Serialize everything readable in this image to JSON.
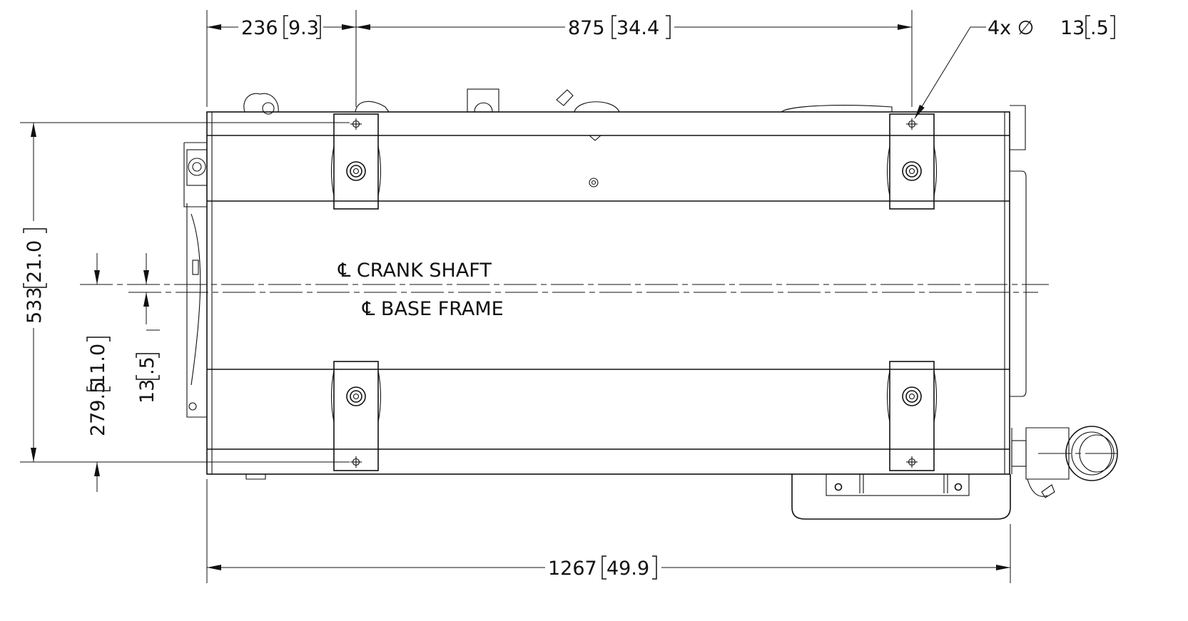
{
  "dimensions": {
    "d_236": {
      "value": "236",
      "alt": "9.3"
    },
    "d_875": {
      "value": "875",
      "alt": "34.4"
    },
    "d_hole": {
      "prefix": "4x ∅",
      "value": "13",
      "alt": ".5"
    },
    "d_1267": {
      "value": "1267",
      "alt": "49.9"
    },
    "d_533": {
      "value": "533",
      "alt": "21.0"
    },
    "d_2795": {
      "value": "279.5",
      "alt": "11.0"
    },
    "d_13": {
      "value": "13",
      "alt": ".5"
    }
  },
  "labels": {
    "crank_shaft": "℄ CRANK SHAFT",
    "base_frame": "℄ BASE FRAME"
  }
}
